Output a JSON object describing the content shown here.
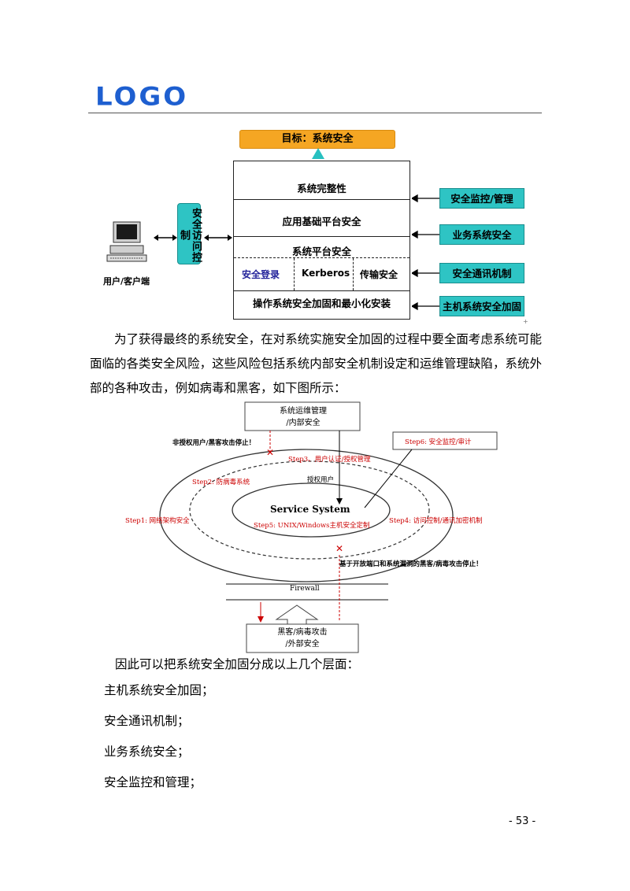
{
  "header": {
    "logo_text": "LOGO"
  },
  "fig1": {
    "goal": "目标：系统安全",
    "layers": [
      "系统完整性",
      "应用基础平台安全",
      "系统平台安全"
    ],
    "sub_cells": [
      "安全登录",
      "Kerberos",
      "传输安全"
    ],
    "bottom_layer": "操作系统安全加固和最小化安装",
    "access_control": "安全访问控制",
    "client_label": "用户/客户端",
    "right_boxes": [
      "安全监控/管理",
      "业务系统安全",
      "安全通讯机制",
      "主机系统安全加固"
    ]
  },
  "paragraph": "为了获得最终的系统安全，在对系统实施安全加固的过程中要全面考虑系统可能面临的各类安全风险，这些风险包括系统内部安全机制设定和运维管理缺陷，系统外部的各种攻击，例如病毒和黑客，如下图所示：",
  "fig2": {
    "top_box": [
      "系统运维管理",
      "/内部安全"
    ],
    "unauth_note": "非授权用户/黑客攻击停止！",
    "step6": "Step6: 安全监控/审计",
    "step3": "Step3、用户认证/授权管理",
    "step2": "Step2: 防病毒系统",
    "auth_user": "授权用户",
    "service": "Service System",
    "step5": "Step5: UNIX/Windows主机安全定制",
    "step1": "Step1: 网络架构安全",
    "step4": "Step4: 访问控制/通讯加密机制",
    "vuln_note": "基于开放端口和系统漏洞的黑客/病毒攻击停止！",
    "firewall": "Firewall",
    "bottom_box": [
      "黑客/病毒攻击",
      "/外部安全"
    ]
  },
  "summary_intro": "因此可以把系统安全加固分成以上几个层面：",
  "summary_items": [
    "主机系统安全加固；",
    "安全通讯机制；",
    "业务系统安全；",
    "安全监控和管理；"
  ],
  "page_number": "- 53 -"
}
